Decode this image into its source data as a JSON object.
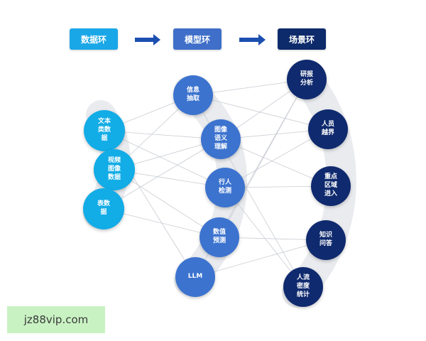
{
  "headers": {
    "data": "数据环",
    "model": "模型环",
    "scene": "场景环"
  },
  "data_ring": [
    {
      "id": "text",
      "label": "文本\n类数\n据"
    },
    {
      "id": "video",
      "label": "视频\n图像\n数据"
    },
    {
      "id": "table",
      "label": "表数\n据"
    }
  ],
  "model_ring": [
    {
      "id": "info",
      "label": "信息\n抽取"
    },
    {
      "id": "image",
      "label": "图像\n语义\n理解"
    },
    {
      "id": "ped",
      "label": "行人\n检测"
    },
    {
      "id": "num",
      "label": "数值\n预测"
    },
    {
      "id": "llm",
      "label": "LLM"
    }
  ],
  "scene_ring": [
    {
      "id": "research",
      "label": "研报\n分析"
    },
    {
      "id": "cross",
      "label": "人员\n越界"
    },
    {
      "id": "zone",
      "label": "重点\n区域\n进入"
    },
    {
      "id": "qa",
      "label": "知识\n问答"
    },
    {
      "id": "crowd",
      "label": "人流\n密度\n统计"
    }
  ],
  "connections": [
    [
      "text",
      "info"
    ],
    [
      "text",
      "image"
    ],
    [
      "text",
      "ped"
    ],
    [
      "text",
      "llm"
    ],
    [
      "video",
      "info"
    ],
    [
      "video",
      "image"
    ],
    [
      "video",
      "ped"
    ],
    [
      "video",
      "num"
    ],
    [
      "table",
      "num"
    ],
    [
      "table",
      "image"
    ],
    [
      "info",
      "research"
    ],
    [
      "info",
      "cross"
    ],
    [
      "info",
      "crowd"
    ],
    [
      "image",
      "research"
    ],
    [
      "image",
      "cross"
    ],
    [
      "image",
      "zone"
    ],
    [
      "ped",
      "cross"
    ],
    [
      "ped",
      "zone"
    ],
    [
      "ped",
      "crowd"
    ],
    [
      "num",
      "research"
    ],
    [
      "num",
      "qa"
    ],
    [
      "llm",
      "qa"
    ],
    [
      "llm",
      "research"
    ]
  ],
  "colors": {
    "data_header": "#1aa7e8",
    "model_header": "#3f6fc9",
    "scene_header": "#0d2a6b",
    "arrow": "#1b4fb0",
    "data_node": "#12ace6",
    "model_node": "#3c73cf",
    "scene_node": "#0f2a6e",
    "ring": "#e9ebef",
    "line": "#c8ccd3"
  },
  "watermark": "jz88vip.com"
}
